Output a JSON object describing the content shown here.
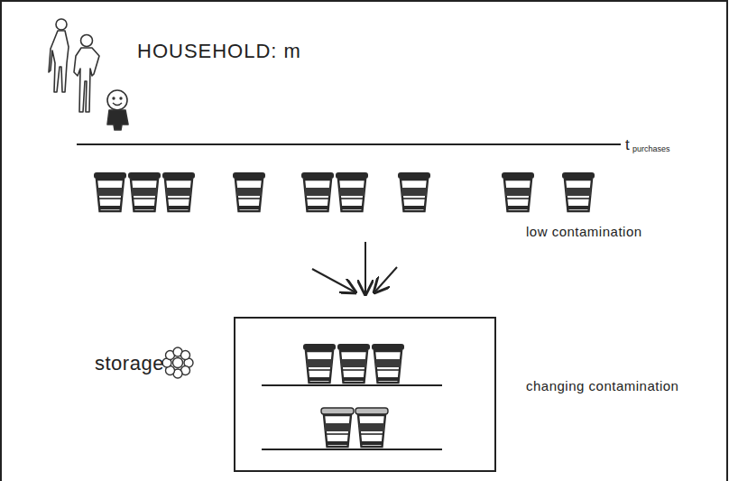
{
  "diagram": {
    "labels": [
      "HOUSEHOLD: m",
      "t",
      "purchases",
      "low contamination",
      "storage",
      "changing contamination"
    ]
  }
}
